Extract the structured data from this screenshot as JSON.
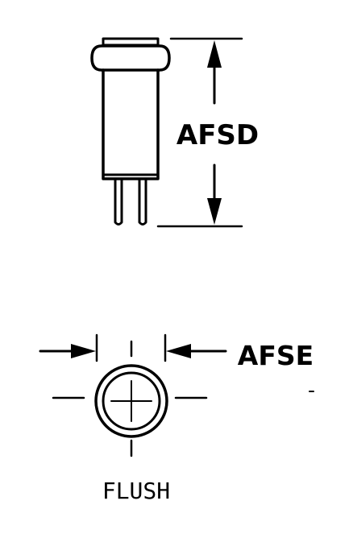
{
  "labels": {
    "height_dimension": "AFSD",
    "diameter_dimension": "AFSE",
    "view_caption": "FLUSH"
  }
}
